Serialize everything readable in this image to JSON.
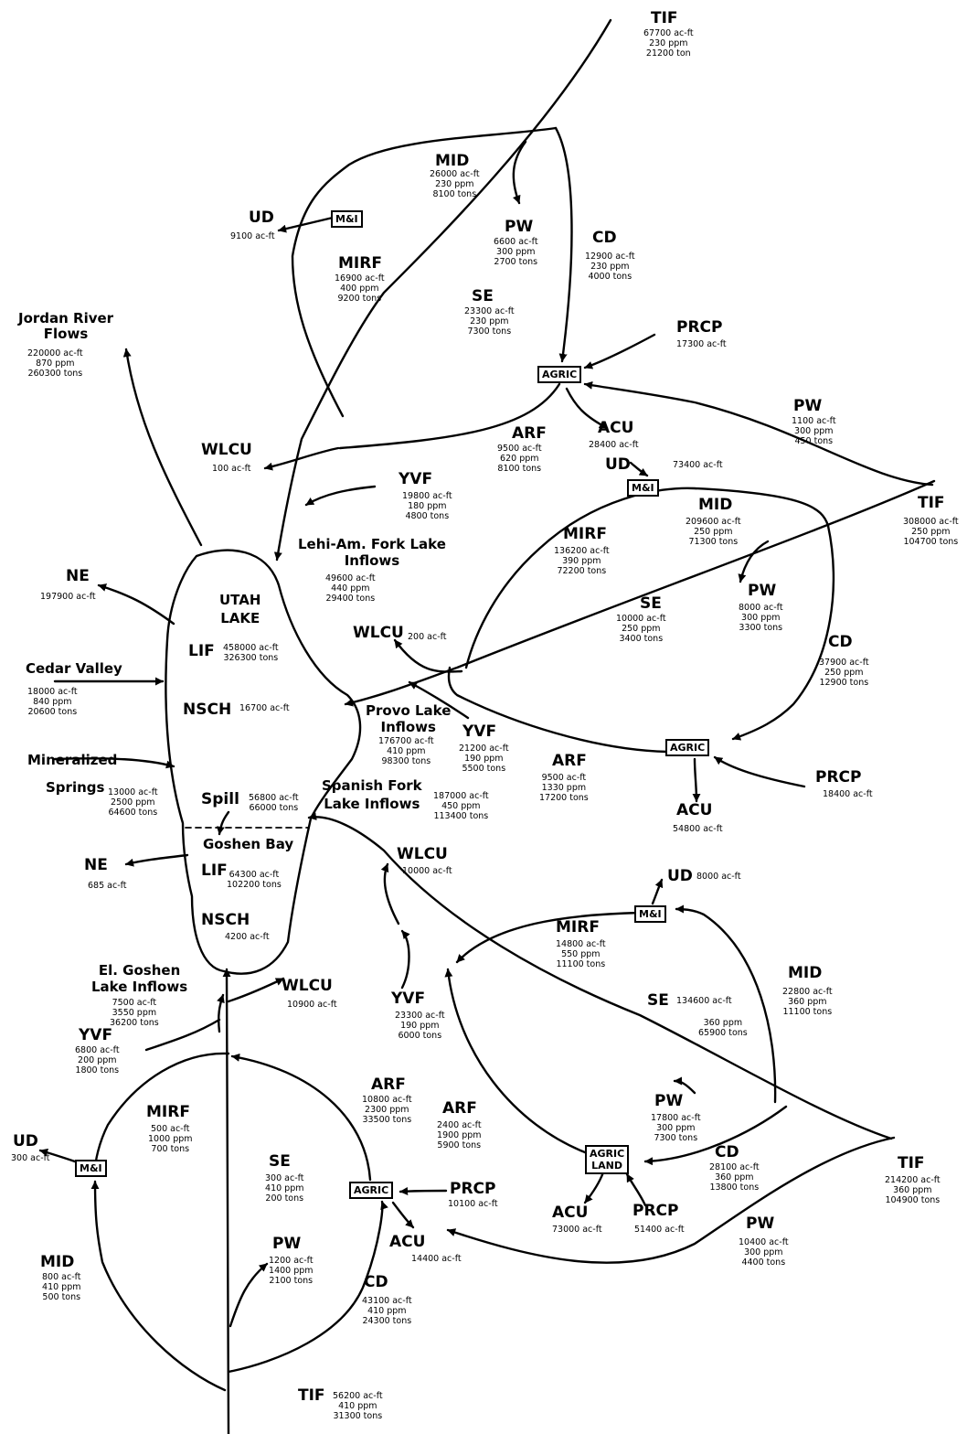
{
  "upper_reach": {
    "tif": {
      "label": "TIF",
      "lines": [
        "67700 ac-ft",
        "230 ppm",
        "21200 ton"
      ]
    },
    "mid": {
      "label": "MID",
      "lines": [
        "26000 ac-ft",
        "230 ppm",
        "8100 tons"
      ]
    },
    "ud": {
      "label": "UD",
      "lines": [
        "9100 ac-ft"
      ]
    },
    "mi_box": "M&I",
    "mirf": {
      "label": "MIRF",
      "lines": [
        "16900 ac-ft",
        "400 ppm",
        "9200 tons"
      ]
    },
    "pw": {
      "label": "PW",
      "lines": [
        "6600 ac-ft",
        "300 ppm",
        "2700 tons"
      ]
    },
    "cd": {
      "label": "CD",
      "lines": [
        "12900 ac-ft",
        "230 ppm",
        "4000 tons"
      ]
    },
    "se": {
      "label": "SE",
      "lines": [
        "23300 ac-ft",
        "230 ppm",
        "7300 tons"
      ]
    },
    "prcp": {
      "label": "PRCP",
      "lines": [
        "17300 ac-ft"
      ]
    },
    "agric_box": "AGRIC",
    "arf": {
      "label": "ARF",
      "lines": [
        "9500 ac-ft",
        "620 ppm",
        "8100 tons"
      ]
    },
    "acu": {
      "label": "ACU",
      "lines": [
        "28400 ac-ft"
      ]
    },
    "wlcu": {
      "label": "WLCU",
      "lines": [
        "100 ac-ft"
      ]
    },
    "pw2": {
      "label": "PW",
      "lines": [
        "1100 ac-ft",
        "300 ppm",
        "450 tons"
      ]
    }
  },
  "jordan": {
    "title_lines": [
      "Jordan River",
      "Flows"
    ],
    "lines": [
      "220000 ac-ft",
      "870 ppm",
      "260300 tons"
    ]
  },
  "lake": {
    "title_lines": [
      "UTAH",
      "LAKE"
    ],
    "lif": {
      "label": "LIF",
      "lines": [
        "458000 ac-ft",
        "326300 tons"
      ]
    },
    "nsch": {
      "label": "NSCH",
      "value": "16700 ac-ft"
    },
    "spill": {
      "label": "Spill",
      "lines": [
        "56800 ac-ft",
        "66000 tons"
      ]
    },
    "goshen_title": "Goshen Bay",
    "goshen_lif": {
      "label": "LIF",
      "lines": [
        "64300 ac-ft",
        "102200 tons"
      ]
    },
    "goshen_nsch": {
      "label": "NSCH",
      "lines": [
        "4200 ac-ft"
      ]
    }
  },
  "west": {
    "ne1": {
      "label": "NE",
      "lines": [
        "197900 ac-ft"
      ]
    },
    "cedar": {
      "label": "Cedar Valley",
      "lines": [
        "18000 ac-ft",
        "840 ppm",
        "20600 tons"
      ]
    },
    "springs": {
      "label_lines": [
        "Mineralized",
        "Springs"
      ],
      "lines": [
        "13000 ac-ft",
        "2500 ppm",
        "64600 tons"
      ]
    },
    "ne2": {
      "label": "NE",
      "lines": [
        "685 ac-ft"
      ]
    }
  },
  "middle_reach": {
    "yvf": {
      "label": "YVF",
      "lines": [
        "19800 ac-ft",
        "180 ppm",
        "4800 tons"
      ]
    },
    "lehi": {
      "title_lines": [
        "Lehi-Am. Fork Lake",
        "Inflows"
      ],
      "lines": [
        "49600 ac-ft",
        "440 ppm",
        "29400 tons"
      ]
    },
    "ud": {
      "label": "UD",
      "value": "73400 ac-ft"
    },
    "mi_box": "M&I",
    "mid": {
      "label": "MID",
      "lines": [
        "209600 ac-ft",
        "250 ppm",
        "71300 tons"
      ]
    },
    "tif": {
      "label": "TIF",
      "lines": [
        "308000 ac-ft",
        "250 ppm",
        "104700 tons"
      ]
    },
    "mirf": {
      "label": "MIRF",
      "lines": [
        "136200 ac-ft",
        "390 ppm",
        "72200 tons"
      ]
    },
    "pw": {
      "label": "PW",
      "lines": [
        "8000 ac-ft",
        "300 ppm",
        "3300 tons"
      ]
    },
    "se": {
      "label": "SE",
      "lines": [
        "10000 ac-ft",
        "250 ppm",
        "3400 tons"
      ]
    },
    "wlcu": {
      "label": "WLCU",
      "value": "200 ac-ft"
    },
    "cd": {
      "label": "CD",
      "lines": [
        "37900 ac-ft",
        "250 ppm",
        "12900 tons"
      ]
    },
    "provo": {
      "title_lines": [
        "Provo Lake",
        "Inflows"
      ],
      "lines": [
        "176700 ac-ft",
        "410 ppm",
        "98300 tons"
      ]
    },
    "yvf2": {
      "label": "YVF",
      "lines": [
        "21200 ac-ft",
        "190 ppm",
        "5500 tons"
      ]
    },
    "arf": {
      "label": "ARF",
      "lines": [
        "9500 ac-ft",
        "1330 ppm",
        "17200 tons"
      ]
    },
    "agric_box": "AGRIC",
    "prcp": {
      "label": "PRCP",
      "lines": [
        "18400 ac-ft"
      ]
    },
    "acu": {
      "label": "ACU",
      "lines": [
        "54800 ac-ft"
      ]
    }
  },
  "spanish": {
    "title_lines": [
      "Spanish Fork",
      "Lake Inflows"
    ],
    "lines": [
      "187000 ac-ft",
      "450 ppm",
      "113400 tons"
    ]
  },
  "lower_reach": {
    "wlcu": {
      "label": "WLCU",
      "lines": [
        "10000 ac-ft"
      ]
    },
    "ud": {
      "label": "UD",
      "value": "8000 ac-ft"
    },
    "mi_box": "M&I",
    "mirf": {
      "label": "MIRF",
      "lines": [
        "14800 ac-ft",
        "550 ppm",
        "11100 tons"
      ]
    },
    "mid": {
      "label": "MID",
      "lines": [
        "22800 ac-ft",
        "360 ppm",
        "11100 tons"
      ]
    },
    "yvf": {
      "label": "YVF",
      "lines": [
        "23300 ac-ft",
        "190 ppm",
        "6000 tons"
      ]
    },
    "se": {
      "label": "SE",
      "value": "134600 ac-ft",
      "lines": [
        "360 ppm",
        "65900 tons"
      ]
    },
    "pw": {
      "label": "PW",
      "lines": [
        "17800 ac-ft",
        "300 ppm",
        "7300 tons"
      ]
    },
    "agric_land_box": [
      "AGRIC",
      "LAND"
    ],
    "cd": {
      "label": "CD",
      "lines": [
        "28100 ac-ft",
        "360 ppm",
        "13800 tons"
      ]
    },
    "acu": {
      "label": "ACU",
      "lines": [
        "73000 ac-ft"
      ]
    },
    "prcp": {
      "label": "PRCP",
      "lines": [
        "51400 ac-ft"
      ]
    },
    "tif": {
      "label": "TIF",
      "lines": [
        "214200 ac-ft",
        "360 ppm",
        "104900 tons"
      ]
    },
    "pw2": {
      "label": "PW",
      "lines": [
        "10400 ac-ft",
        "300 ppm",
        "4400 tons"
      ]
    }
  },
  "southwest": {
    "goshen_inflows": {
      "title_lines": [
        "El. Goshen",
        "Lake Inflows"
      ],
      "lines": [
        "7500 ac-ft",
        "3550 ppm",
        "36200 tons"
      ]
    },
    "yvf": {
      "label": "YVF",
      "lines": [
        "6800 ac-ft",
        "200 ppm",
        "1800 tons"
      ]
    },
    "wlcu": {
      "label": "WLCU",
      "lines": [
        "10900 ac-ft"
      ]
    },
    "mirf": {
      "label": "MIRF",
      "lines": [
        "500 ac-ft",
        "1000 ppm",
        "700 tons"
      ]
    },
    "ud": {
      "label": "UD",
      "lines": [
        "300 ac-ft"
      ]
    },
    "mi_box": "M&I",
    "mid": {
      "label": "MID",
      "lines": [
        "800 ac-ft",
        "410 ppm",
        "500 tons"
      ]
    },
    "se": {
      "label": "SE",
      "lines": [
        "300 ac-ft",
        "410 ppm",
        "200 tons"
      ]
    },
    "arf": {
      "label": "ARF",
      "lines": [
        "10800 ac-ft",
        "2300 ppm",
        "33500 tons"
      ]
    },
    "arf2": {
      "label": "ARF",
      "lines": [
        "2400 ac-ft",
        "1900 ppm",
        "5900 tons"
      ]
    },
    "agric_box": "AGRIC",
    "prcp": {
      "label": "PRCP",
      "lines": [
        "10100 ac-ft"
      ]
    },
    "acu": {
      "label": "ACU",
      "lines": [
        "14400 ac-ft"
      ]
    },
    "pw": {
      "label": "PW",
      "lines": [
        "1200 ac-ft",
        "1400 ppm",
        "2100 tons"
      ]
    },
    "cd": {
      "label": "CD",
      "lines": [
        "43100 ac-ft",
        "410 ppm",
        "24300 tons"
      ]
    },
    "tif": {
      "label": "TIF",
      "lines": [
        "56200 ac-ft",
        "410 ppm",
        "31300 tons"
      ]
    }
  }
}
